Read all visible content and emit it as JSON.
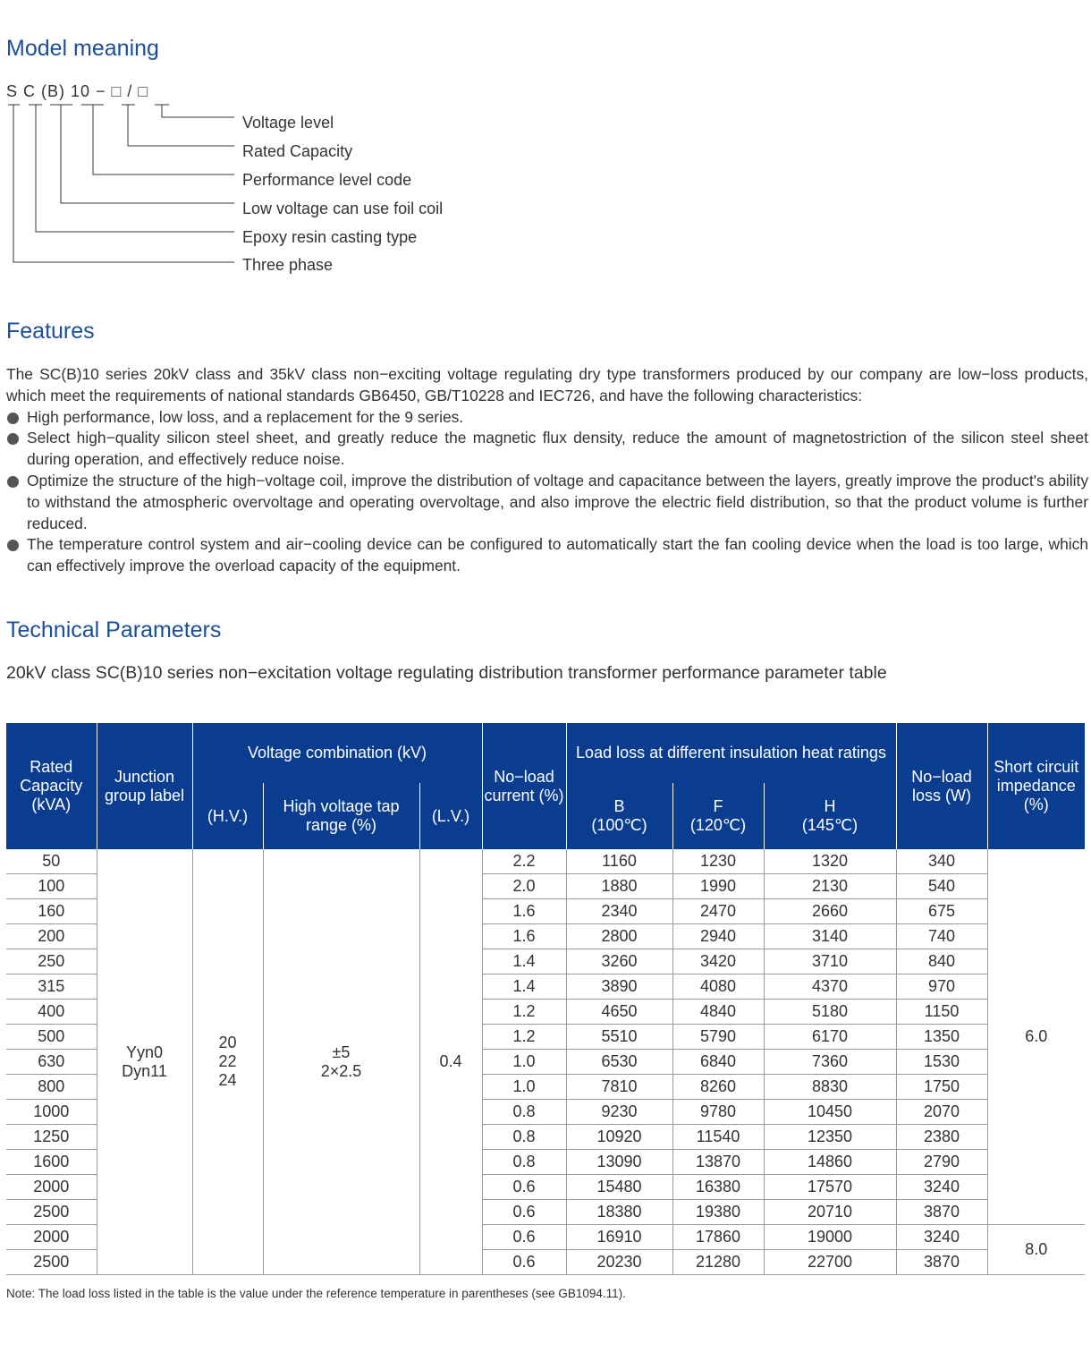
{
  "model_meaning": {
    "heading": "Model meaning",
    "code": "S C (B) 10 − □ / □",
    "labels": [
      "Voltage level",
      "Rated Capacity",
      "Performance level code",
      "Low voltage can use foil coil",
      "Epoxy resin casting type",
      "Three phase"
    ]
  },
  "features": {
    "heading": "Features",
    "intro": "The SC(B)10 series 20kV class and 35kV class non−exciting voltage regulating dry type transformers produced by our company are low−loss products, which meet the requirements of national standards GB6450, GB/T10228 and IEC726, and have the following characteristics:",
    "bullets": [
      "High performance, low loss, and a replacement for the 9 series.",
      "Select high−quality silicon steel sheet, and greatly reduce the magnetic flux density, reduce the amount of magnetostriction of the silicon steel sheet during operation, and effectively reduce noise.",
      "Optimize the structure of the high−voltage coil, improve the distribution of voltage and capacitance between the layers, greatly improve the product's ability to withstand the atmospheric overvoltage and operating overvoltage, and also improve the electric field distribution, so that the product volume is further reduced.",
      "The temperature control system and air−cooling device can be configured to automatically start the fan cooling device when the load is too large, which can effectively improve the overload capacity of the equipment."
    ]
  },
  "technical": {
    "heading": "Technical Parameters",
    "caption": "20kV class SC(B)10 series non−excitation voltage regulating distribution transformer performance parameter table",
    "headers": {
      "rated_capacity": "Rated Capacity (kVA)",
      "junction": "Junction group label",
      "voltage_combination": "Voltage combination (kV)",
      "hv": "(H.V.)",
      "tap_range": "High voltage tap range (%)",
      "lv": "(L.V.)",
      "no_load_current": "No−load current (%)",
      "load_loss": "Load loss at different insulation heat ratings",
      "b": "B",
      "b_temp": "(100℃)",
      "f": "F",
      "f_temp": "(120℃)",
      "h": "H",
      "h_temp": "(145℃)",
      "no_load_loss": "No−load loss (W)",
      "impedance": "Short circuit impedance (%)"
    },
    "junction_values": [
      "Yyn0",
      "Dyn11"
    ],
    "hv_values": [
      "20",
      "22",
      "24"
    ],
    "tap_values": [
      "±5",
      "2×2.5"
    ],
    "lv_value": "0.4",
    "impedance_values": [
      "6.0",
      "8.0"
    ],
    "rows": [
      [
        "50",
        "2.2",
        "1160",
        "1230",
        "1320",
        "340"
      ],
      [
        "100",
        "2.0",
        "1880",
        "1990",
        "2130",
        "540"
      ],
      [
        "160",
        "1.6",
        "2340",
        "2470",
        "2660",
        "675"
      ],
      [
        "200",
        "1.6",
        "2800",
        "2940",
        "3140",
        "740"
      ],
      [
        "250",
        "1.4",
        "3260",
        "3420",
        "3710",
        "840"
      ],
      [
        "315",
        "1.4",
        "3890",
        "4080",
        "4370",
        "970"
      ],
      [
        "400",
        "1.2",
        "4650",
        "4840",
        "5180",
        "1150"
      ],
      [
        "500",
        "1.2",
        "5510",
        "5790",
        "6170",
        "1350"
      ],
      [
        "630",
        "1.0",
        "6530",
        "6840",
        "7360",
        "1530"
      ],
      [
        "800",
        "1.0",
        "7810",
        "8260",
        "8830",
        "1750"
      ],
      [
        "1000",
        "0.8",
        "9230",
        "9780",
        "10450",
        "2070"
      ],
      [
        "1250",
        "0.8",
        "10920",
        "11540",
        "12350",
        "2380"
      ],
      [
        "1600",
        "0.8",
        "13090",
        "13870",
        "14860",
        "2790"
      ],
      [
        "2000",
        "0.6",
        "15480",
        "16380",
        "17570",
        "3240"
      ],
      [
        "2500",
        "0.6",
        "18380",
        "19380",
        "20710",
        "3870"
      ],
      [
        "2000",
        "0.6",
        "16910",
        "17860",
        "19000",
        "3240"
      ],
      [
        "2500",
        "0.6",
        "20230",
        "21280",
        "22700",
        "3870"
      ]
    ],
    "note": "Note: The load loss listed in the table is the value under the reference temperature in parentheses (see GB1094.11)."
  }
}
